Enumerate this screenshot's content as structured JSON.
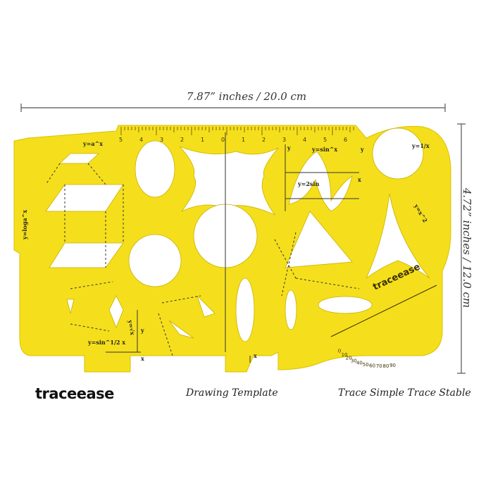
{
  "dimensions": {
    "width_label": "7.87” inches / 20.0 cm",
    "height_label": "4.72” inches / 12.0 cm"
  },
  "captions": {
    "brand": "traceease",
    "product": "Drawing Template",
    "tagline": "Trace Simple Trace Stable"
  },
  "template": {
    "color": "#f5df1c",
    "ruler_numbers": [
      "5",
      "4",
      "3",
      "2",
      "1",
      "0",
      "1",
      "2",
      "3",
      "4",
      "5",
      "6"
    ],
    "formula_labels": [
      "y=a^x",
      "y=loga^x",
      "y=sin^x",
      "y=2sin",
      "y=1/x",
      "y=x^2",
      "y=sin^1/2 x",
      "y=√x",
      "y",
      "x",
      "y",
      "x",
      "y",
      "x"
    ],
    "imprint_brand": "traceease",
    "protractor_numbers": [
      "0",
      "10",
      "20",
      "30",
      "40",
      "50",
      "60",
      "70",
      "80",
      "90"
    ]
  }
}
